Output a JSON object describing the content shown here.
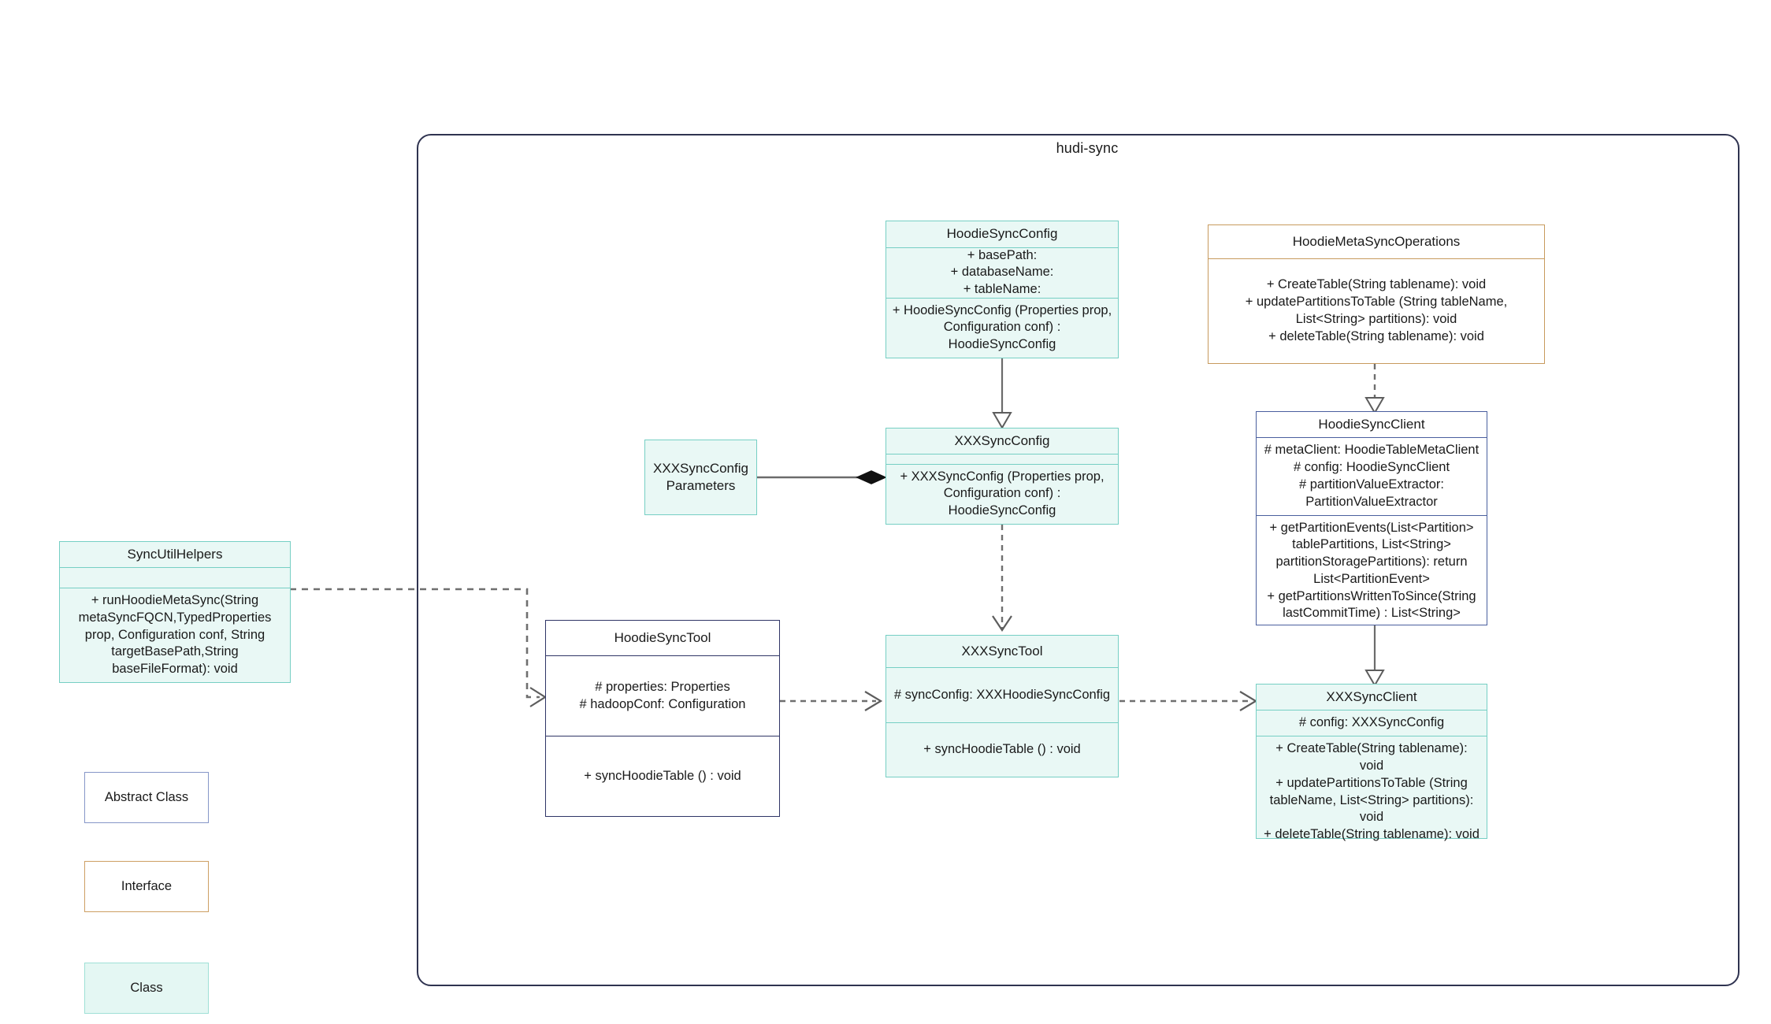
{
  "package": {
    "title": "hudi-sync"
  },
  "classes": {
    "hoodie_sync_config": {
      "name": "HoodieSyncConfig",
      "attributes": "+    basePath:\n+   databaseName:\n+    tableName:",
      "methods": "+   HoodieSyncConfig (Properties prop, Configuration conf) : HoodieSyncConfig"
    },
    "hoodie_meta_sync_operations": {
      "name": "HoodieMetaSyncOperations",
      "methods": "+     CreateTable(String tablename): void\n+   updatePartitionsToTable (String tableName, List<String> partitions): void\n+     deleteTable(String tablename): void"
    },
    "hoodie_sync_client": {
      "name": "HoodieSyncClient",
      "attributes": "#   metaClient: HoodieTableMetaClient\n#   config: HoodieSyncClient\n#    partitionValueExtractor: PartitionValueExtractor",
      "methods": "+   getPartitionEvents(List<Partition> tablePartitions, List<String> partitionStoragePartitions): return List<PartitionEvent>\n+   getPartitionsWrittenToSince(String lastCommitTime) : List<String>"
    },
    "xxx_sync_config": {
      "name": "XXXSyncConfig",
      "attributes": "",
      "methods": "+   XXXSyncConfig (Properties prop, Configuration conf) : HoodieSyncConfig"
    },
    "xxx_sync_config_parameters": {
      "name": "XXXSyncConfigParameters"
    },
    "sync_util_helpers": {
      "name": "SyncUtilHelpers",
      "attributes": "",
      "methods": "+    runHoodieMetaSync(String metaSyncFQCN,TypedProperties prop, Configuration conf, String targetBasePath,String baseFileFormat): void"
    },
    "hoodie_sync_tool": {
      "name": "HoodieSyncTool",
      "attributes": "#   properties: Properties\n#   hadoopConf: Configuration",
      "methods": "+   syncHoodieTable () : void"
    },
    "xxx_sync_tool": {
      "name": "XXXSyncTool",
      "attributes": "#  syncConfig: XXXHoodieSyncConfig",
      "methods": "+   syncHoodieTable () : void"
    },
    "xxx_sync_client": {
      "name": "XXXSyncClient",
      "attributes": "#    config: XXXSyncConfig",
      "methods": "+    CreateTable(String tablename): void\n+    updatePartitionsToTable (String tableName, List<String> partitions): void\n+    deleteTable(String tablename): void"
    }
  },
  "legend": {
    "abstract_class": "Abstract Class",
    "interface": "Interface",
    "class": "Class"
  },
  "colors": {
    "class_fill": "#e9f8f5",
    "class_border": "#76cfc4",
    "abstract_border": "#2f3566",
    "abstract_legend_border": "#8696c8",
    "interface_border": "#c79a5d",
    "sync_client_border": "#4a5f9e",
    "package_border": "#2f3350",
    "connector": "#6f6f6f"
  }
}
